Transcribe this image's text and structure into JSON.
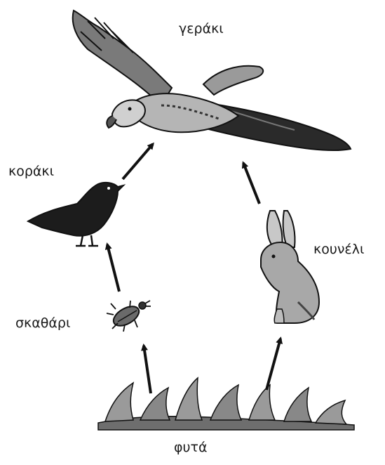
{
  "labels": {
    "hawk": "γεράκι",
    "crow": "κοράκι",
    "beetle": "σκαθάρι",
    "rabbit": "κουνέλι",
    "plants": "φυτά"
  },
  "icons": [
    "hawk-icon",
    "crow-icon",
    "beetle-icon",
    "rabbit-icon",
    "plants-icon"
  ],
  "colors": {
    "ink": "#111111",
    "bird_dark": "#1c1c1c",
    "feather_light": "#b5b5b5",
    "rabbit_fur": "#a8a8a8",
    "plant": "#8f8f8f"
  }
}
